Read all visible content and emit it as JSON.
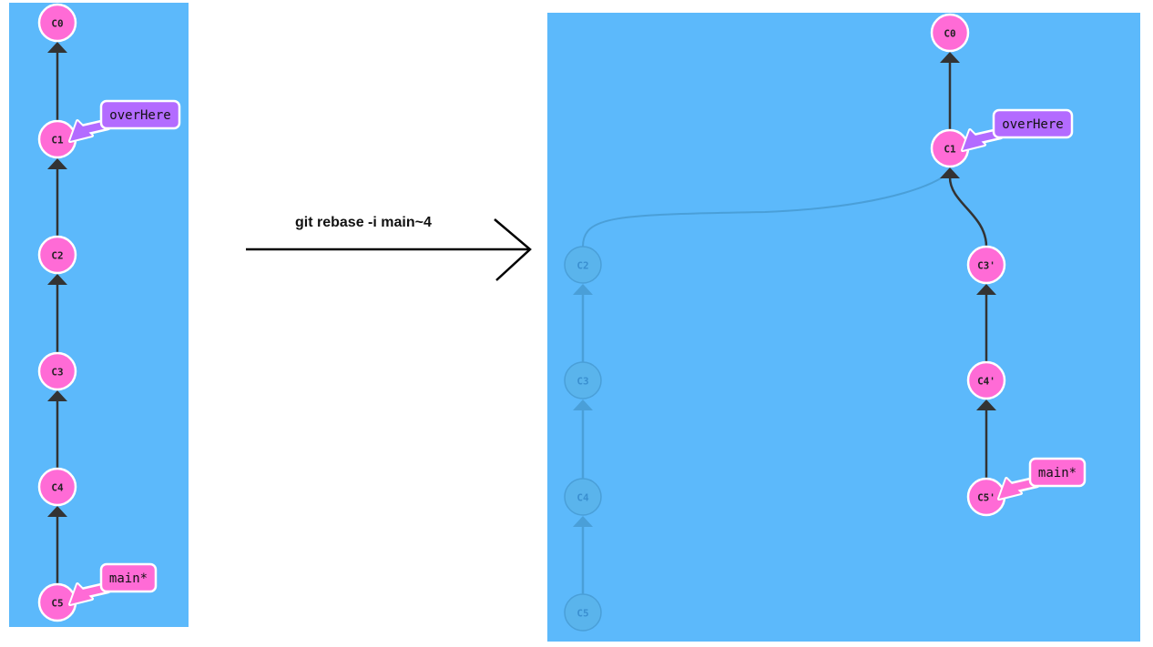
{
  "command": "git rebase -i main~4",
  "colors": {
    "panel": "#5cb9fb",
    "commit": "#ff6bd6",
    "commit_stroke": "#ffffff",
    "edge": "#333333",
    "ghost_commit": "#5ab4ec",
    "ghost_edge": "#4a9fd8",
    "branch_overHere": "#b36bff",
    "branch_main": "#ff6bd6",
    "arrow": "#000000"
  },
  "before": {
    "commits": [
      "C0",
      "C1",
      "C2",
      "C3",
      "C4",
      "C5"
    ],
    "branches": [
      {
        "name": "overHere",
        "target": "C1"
      },
      {
        "name": "main*",
        "target": "C5"
      }
    ]
  },
  "after": {
    "commits": [
      "C0",
      "C1",
      "C3'",
      "C4'",
      "C5'"
    ],
    "ghost_commits": [
      "C2",
      "C3",
      "C4",
      "C5"
    ],
    "branches": [
      {
        "name": "overHere",
        "target": "C1"
      },
      {
        "name": "main*",
        "target": "C5'"
      }
    ]
  }
}
